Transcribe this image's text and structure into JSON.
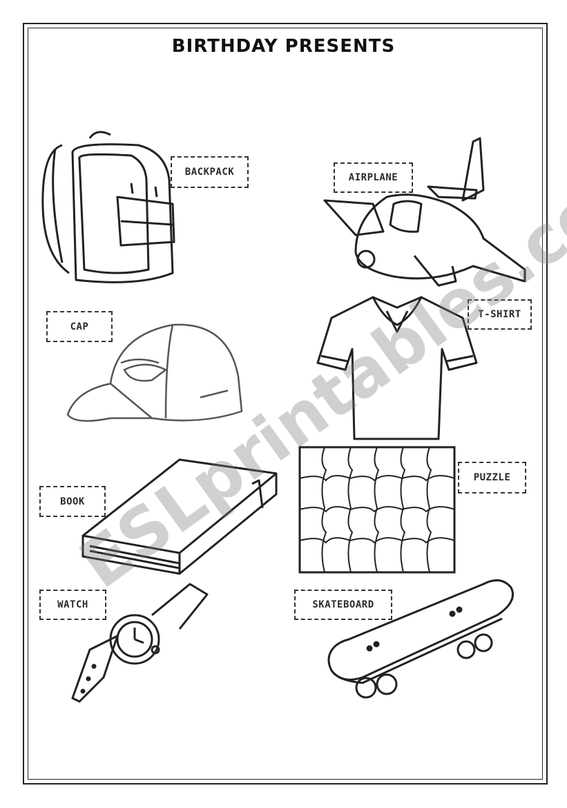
{
  "title": "BIRTHDAY PRESENTS",
  "labels": {
    "backpack": "BACKPACK",
    "airplane": "AIRPLANE",
    "cap": "CAP",
    "tshirt": "T-SHIRT",
    "book": "BOOK",
    "puzzle": "PUZZLE",
    "watch": "WATCH",
    "skateboard": "SKATEBOARD"
  },
  "watermark": "ESLprintables.com"
}
